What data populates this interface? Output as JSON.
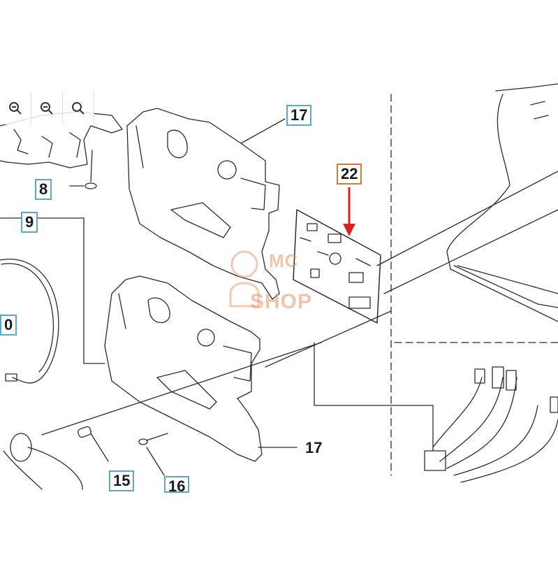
{
  "diagram": {
    "callouts": {
      "c17_top": "17",
      "c22": "22",
      "c8": "8",
      "c9": "9",
      "c10_partial": "0",
      "c17_bottom": "17",
      "c15": "15",
      "c16_partial": "16"
    },
    "watermark": {
      "line1": "MC",
      "line2": "SHOP"
    },
    "colors": {
      "line": "#2a2a2a",
      "callout_border": "#5aa9c9",
      "highlight": "#d9783a",
      "arrow": "#d6221c"
    }
  },
  "toolbar": {
    "zoom_buttons": [
      "zoom-icon",
      "zoom-icon",
      "zoom-icon"
    ]
  }
}
